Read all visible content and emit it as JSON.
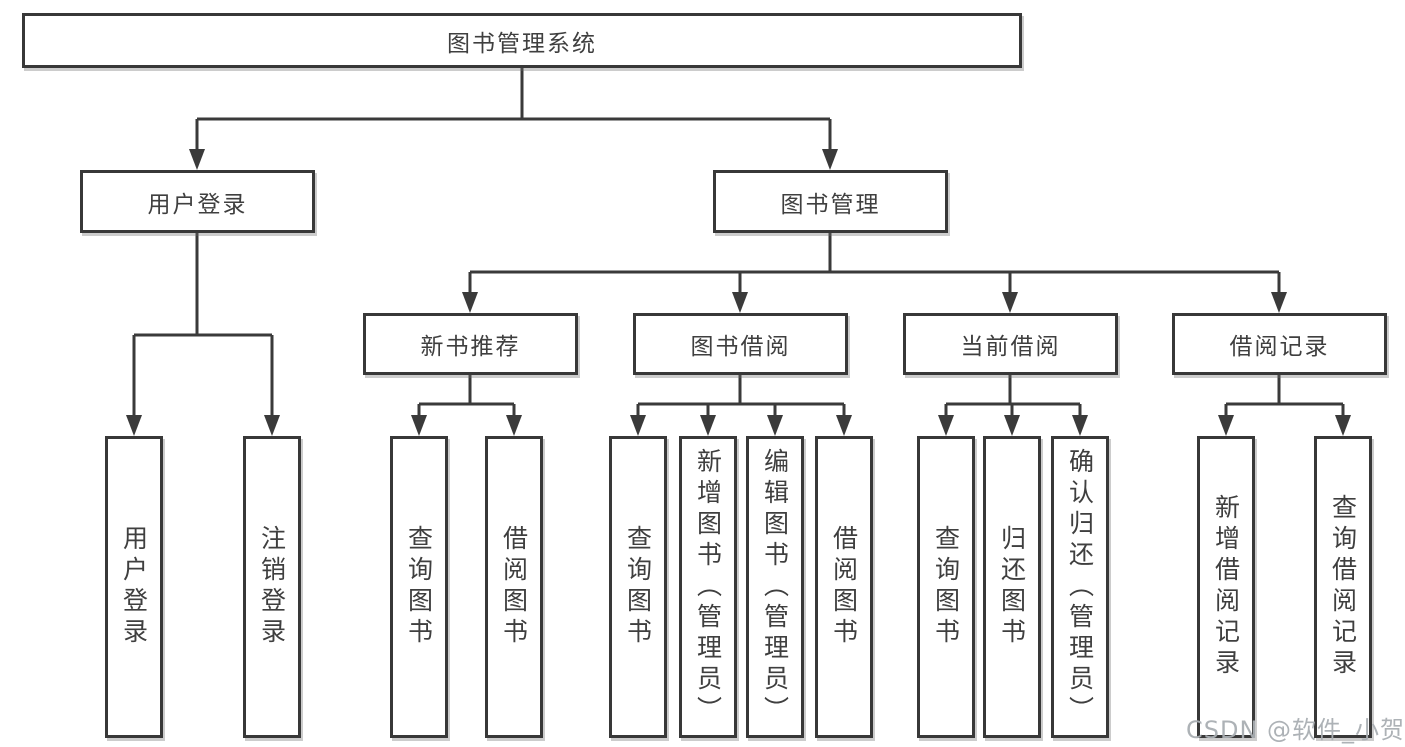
{
  "diagram": {
    "root": {
      "label": "图书管理系统"
    },
    "branches": [
      {
        "label": "用户登录",
        "children": [
          {
            "label": "用户登录"
          },
          {
            "label": "注销登录"
          }
        ]
      },
      {
        "label": "图书管理",
        "children": [
          {
            "label": "新书推荐",
            "children": [
              {
                "label": "查询图书"
              },
              {
                "label": "借阅图书"
              }
            ]
          },
          {
            "label": "图书借阅",
            "children": [
              {
                "label": "查询图书"
              },
              {
                "label": "新增图书（管理员）"
              },
              {
                "label": "编辑图书（管理员）"
              },
              {
                "label": "借阅图书"
              }
            ]
          },
          {
            "label": "当前借阅",
            "children": [
              {
                "label": "查询图书"
              },
              {
                "label": "归还图书"
              },
              {
                "label": "确认归还（管理员）"
              }
            ]
          },
          {
            "label": "借阅记录",
            "children": [
              {
                "label": "新增借阅记录"
              },
              {
                "label": "查询借阅记录"
              }
            ]
          }
        ]
      }
    ]
  },
  "watermark": {
    "text": "CSDN @软件_小贺同学"
  },
  "colors": {
    "line": "#3a3a3a",
    "box_border": "#383838",
    "text": "#3f3f3f",
    "background": "#ffffff",
    "watermark": "#a9aeb3"
  }
}
